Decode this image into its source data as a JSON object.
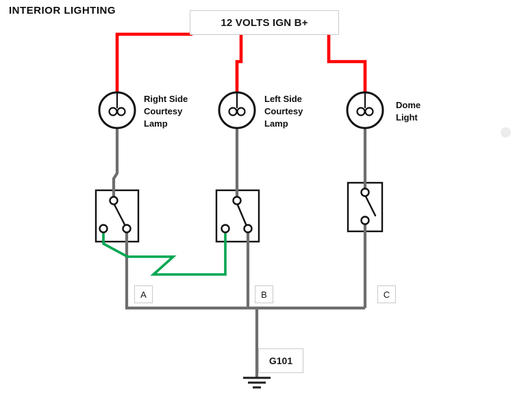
{
  "title": "INTERIOR LIGHTING",
  "power": {
    "label": "12 VOLTS IGN B+"
  },
  "lamps": [
    {
      "name": "right-side-courtesy-lamp",
      "line1": "Right Side",
      "line2": "Courtesy",
      "line3": "Lamp"
    },
    {
      "name": "left-side-courtesy-lamp",
      "line1": "Left Side",
      "line2": "Courtesy",
      "line3": "Lamp"
    },
    {
      "name": "dome-light",
      "line1": "Dome",
      "line2": "Light",
      "line3": ""
    }
  ],
  "connectors": {
    "a": "A",
    "b": "B",
    "c": "C"
  },
  "ground": {
    "label": "G101"
  },
  "colors": {
    "power": "#fe0000",
    "ground_link": "#00a651",
    "wire": "#6e6e6e",
    "outline": "#111111",
    "box_border": "#c9c9c9"
  }
}
